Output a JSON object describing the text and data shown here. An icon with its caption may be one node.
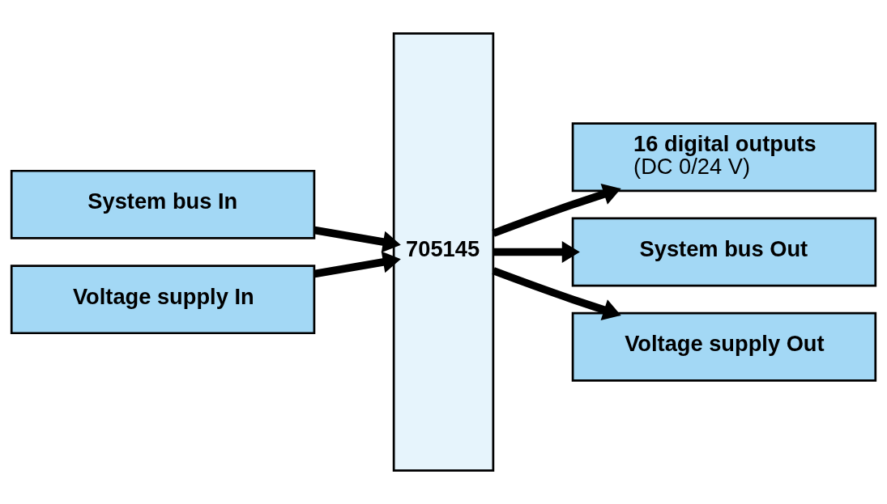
{
  "diagram": {
    "nodes": [
      {
        "text": [
          "705145"
        ]
      },
      {
        "text": [
          "16 digital outputs",
          "(DC 0/24 V)"
        ]
      },
      {
        "text": [
          "System bus In"
        ]
      },
      {
        "text": [
          "Voltage supply In"
        ]
      },
      {
        "text": [
          "System bus Out"
        ]
      },
      {
        "text": [
          "Voltage supply Out"
        ]
      }
    ],
    "edges": [
      {
        "from": 0,
        "to": 1,
        "arrow": "to"
      },
      {
        "from": 2,
        "to": 0,
        "arrow": "to"
      },
      {
        "from": 3,
        "to": 0,
        "arrow": "to"
      },
      {
        "from": 0,
        "to": 4,
        "arrow": "to"
      },
      {
        "from": 0,
        "to": 5,
        "arrow": "to"
      }
    ]
  }
}
